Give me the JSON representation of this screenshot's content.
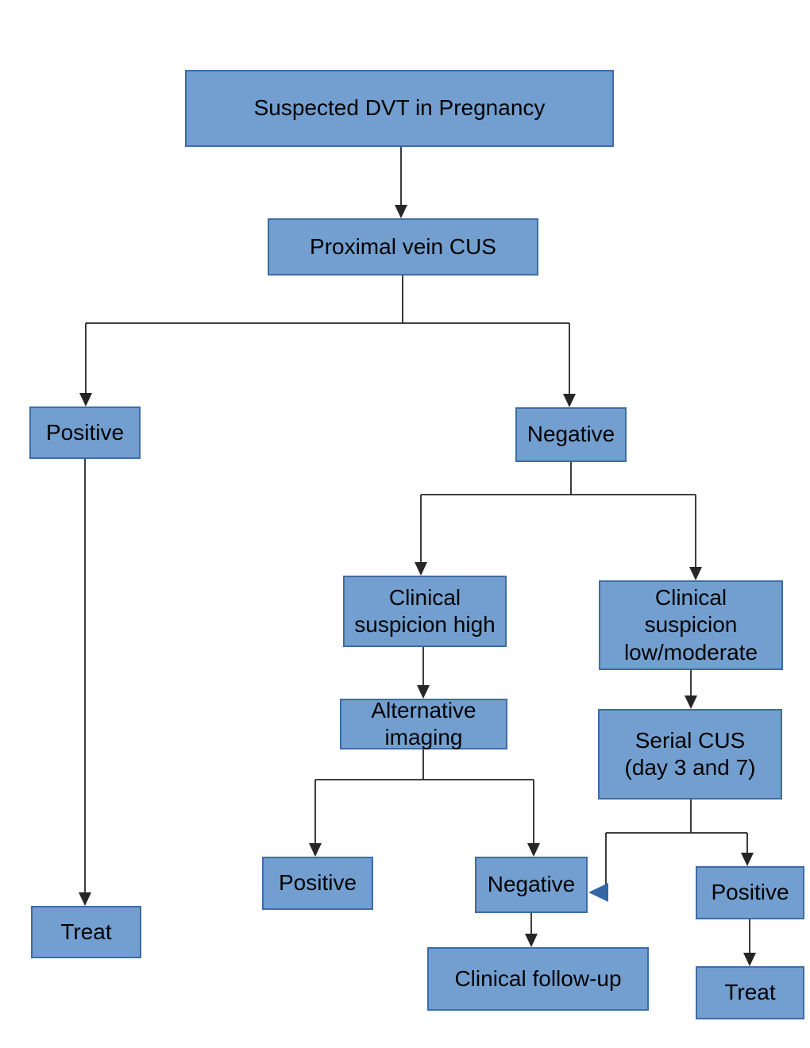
{
  "diagram": {
    "nodes": {
      "suspected": {
        "label": "Suspected DVT in Pregnancy"
      },
      "proximal_cus": {
        "label": "Proximal vein CUS"
      },
      "positive_cus": {
        "label": "Positive"
      },
      "negative_cus": {
        "label": "Negative"
      },
      "clinical_high": {
        "label": "Clinical\nsuspicion high"
      },
      "clinical_low": {
        "label": "Clinical\nsuspicion\nlow/moderate"
      },
      "alternative_imaging": {
        "label": "Alternative\nimaging"
      },
      "serial_cus": {
        "label": "Serial CUS\n(day 3 and 7)"
      },
      "positive_imaging": {
        "label": "Positive"
      },
      "negative_imaging": {
        "label": "Negative"
      },
      "positive_serial": {
        "label": "Positive"
      },
      "treat_left": {
        "label": "Treat"
      },
      "clinical_followup": {
        "label": "Clinical follow-up"
      },
      "treat_right": {
        "label": "Treat"
      }
    },
    "edges": [
      {
        "from": "suspected",
        "to": "proximal_cus"
      },
      {
        "from": "proximal_cus",
        "to": "positive_cus"
      },
      {
        "from": "proximal_cus",
        "to": "negative_cus"
      },
      {
        "from": "positive_cus",
        "to": "treat_left"
      },
      {
        "from": "negative_cus",
        "to": "clinical_high"
      },
      {
        "from": "negative_cus",
        "to": "clinical_low"
      },
      {
        "from": "clinical_high",
        "to": "alternative_imaging"
      },
      {
        "from": "alternative_imaging",
        "to": "positive_imaging"
      },
      {
        "from": "alternative_imaging",
        "to": "negative_imaging"
      },
      {
        "from": "clinical_low",
        "to": "serial_cus"
      },
      {
        "from": "serial_cus",
        "to": "negative_imaging"
      },
      {
        "from": "serial_cus",
        "to": "positive_serial"
      },
      {
        "from": "negative_imaging",
        "to": "clinical_followup"
      },
      {
        "from": "positive_serial",
        "to": "treat_right"
      }
    ],
    "colors": {
      "box_fill": "#729fcf",
      "box_border": "#3e6ca6",
      "connector": "#262626",
      "loop_arrowhead": "#3465a4",
      "text": "#000000",
      "background": "#ffffff"
    }
  }
}
